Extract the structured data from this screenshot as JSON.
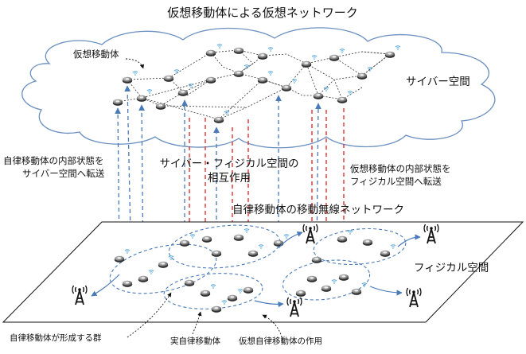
{
  "titles": {
    "top": "仮想移動体による仮想ネットワーク",
    "middle": "自律移動体の移動無線ネットワーク"
  },
  "regions": {
    "cyber": "サイバー空間",
    "physical": "フィジカル空間"
  },
  "annotations": {
    "virtual_body": "仮想移動体",
    "left_line1": "自律移動体の内部状態を",
    "left_line2": "サイバー空間へ転送",
    "center_line1": "サイバー・フィジカル空間の",
    "center_line2": "相互作用",
    "right_line1": "仮想移動体の内部状態を",
    "right_line2": "フィジカル空間へ転送",
    "group": "自律移動体が形成する群",
    "real_body": "実自律移動体",
    "virtual_effect": "仮想自律移動体の作用"
  },
  "colors": {
    "blue_arrow": "#4a7ab8",
    "red_arrow": "#e02020",
    "wifi": "#4aa0d8",
    "black": "#111111"
  },
  "icons": [
    "cloud-icon",
    "drone-icon",
    "wifi-signal-icon",
    "antenna-tower-icon",
    "arrow-icon"
  ]
}
